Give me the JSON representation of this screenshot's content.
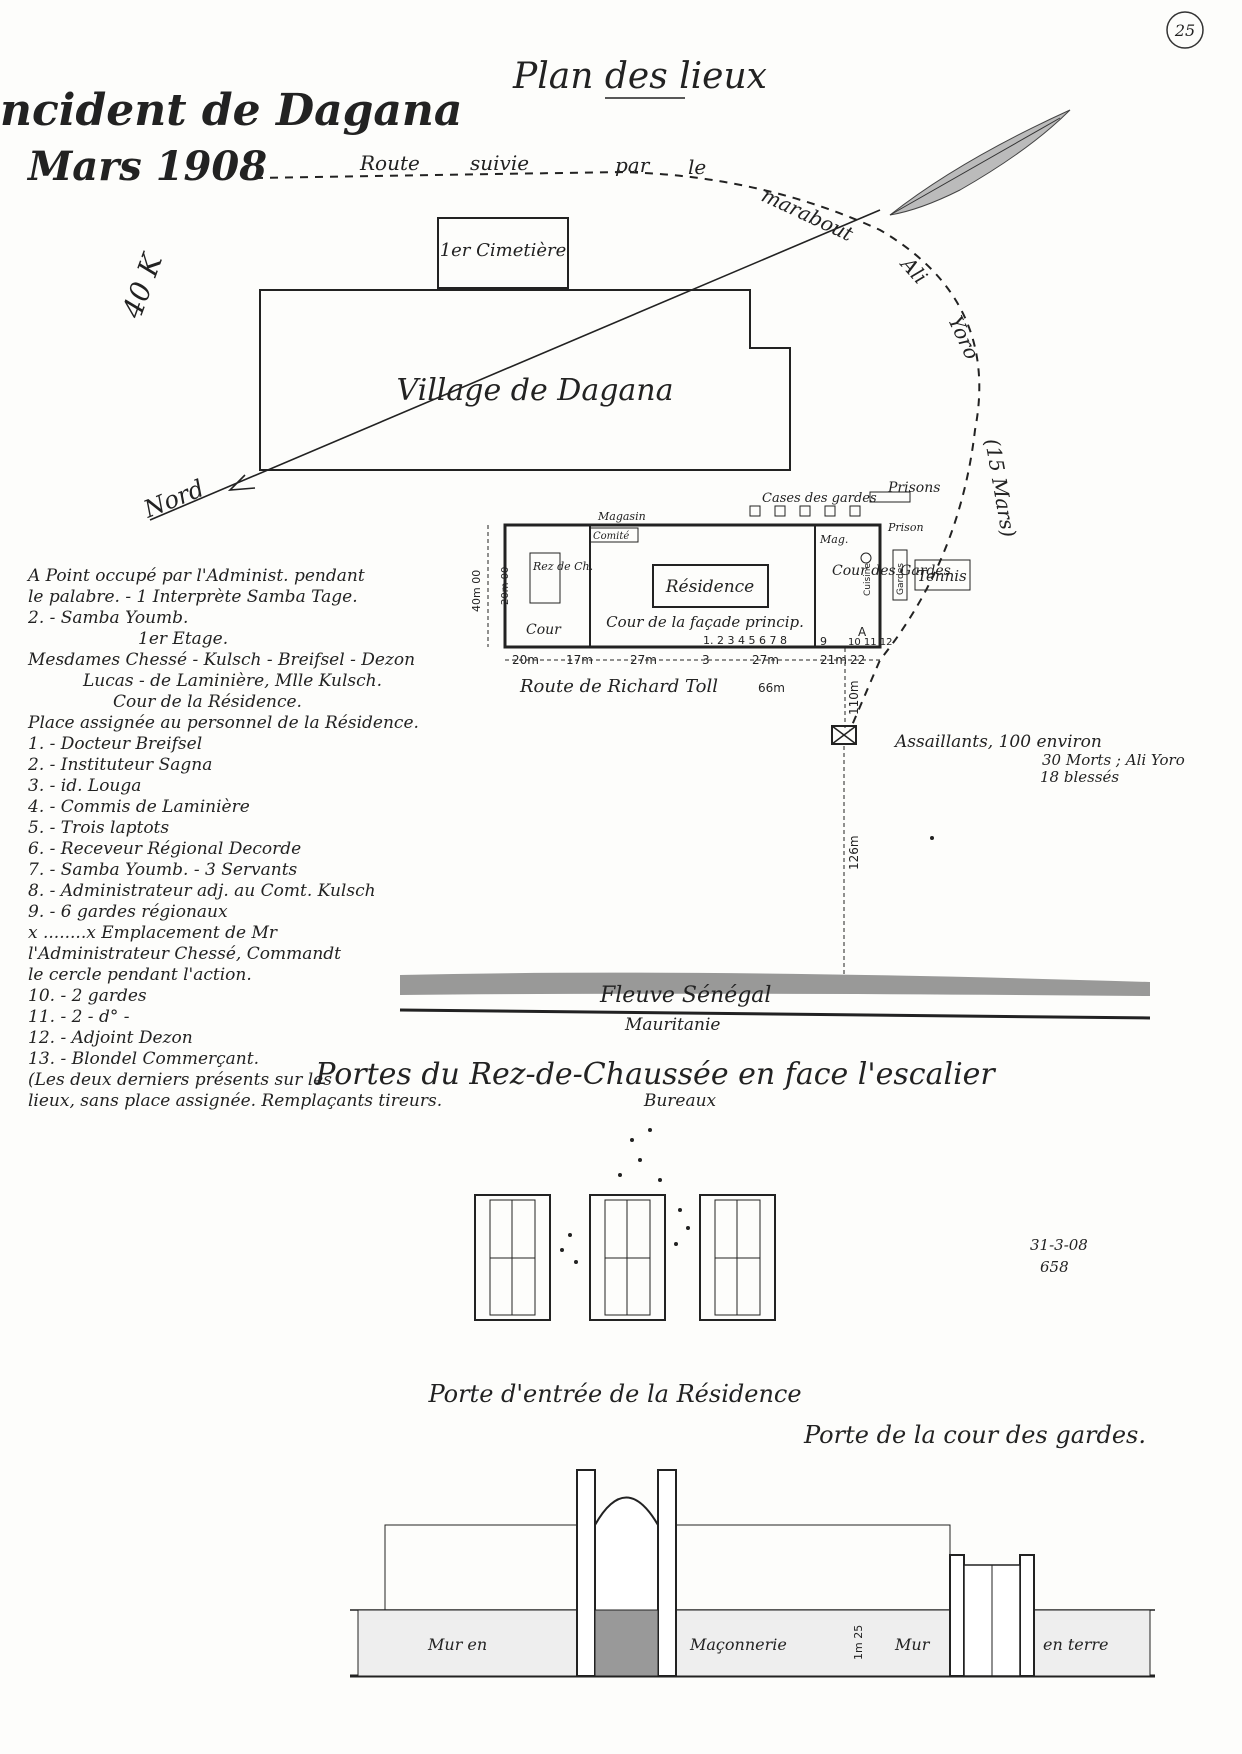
{
  "title": "Plan des lieux",
  "margin_stamp": "25",
  "header_left_1": "ncident de Dagana",
  "header_left_2": "Mars 1908",
  "pencil_note": "40 K",
  "route_label": [
    "Route",
    "suivie",
    "par",
    "le",
    "marabout",
    "Ali",
    "Yoro",
    "(15 Mars)"
  ],
  "cemetery": "1er Cimetière",
  "village": "Village de Dagana",
  "north": "Nord",
  "buildings": {
    "magasin": "Magasin",
    "comite": "Comité",
    "cases_gardes": "Cases des gardes",
    "prisons": "Prisons",
    "prison": "Prison",
    "mag": "Mag.",
    "gardes_box": "Gardes",
    "cuisine": "Cuisine",
    "tennis": "Tennis",
    "rez": "Rez de Ch.",
    "cour_left": "Cour",
    "residence": "Résidence",
    "cour_facade": "Cour de la façade princip.",
    "numbers": "1. 2 3 4 5 6 7 8",
    "point_a": "A",
    "cour_gardes": "Cour des Gardes",
    "num_9": "9",
    "num_right": "10 11 12"
  },
  "dimensions": {
    "height_left": "40m 00",
    "height_inner": "20m 00",
    "d1": "20m",
    "d2": "17m",
    "d3": "27m",
    "d4": "3",
    "d5": "27m",
    "d6": "21m",
    "d7": "22",
    "route_richard": "Route de Richard Toll",
    "dist_66": "66m",
    "dist_110": "110m",
    "dist_126": "126m"
  },
  "assailants": [
    "Assaillants, 100 environ",
    "30 Morts ; Ali Yoro",
    "18 blessés"
  ],
  "river": "Fleuve Sénégal",
  "mauritanie": "Mauritanie",
  "legend": [
    "A Point occupé par l'Administ. pendant",
    "le palabre. - 1 Interprète Samba Tage.",
    "2. - Samba Youmb.",
    "1er Etage.",
    "Mesdames Chessé - Kulsch - Breifsel - Dezon",
    "Lucas - de Laminière, Mlle Kulsch.",
    "Cour de la Résidence.",
    "Place assignée au personnel de la Résidence.",
    "1. - Docteur Breifsel",
    "2. - Instituteur Sagna",
    "3. - id. Louga",
    "4. - Commis de Laminière",
    "5. - Trois laptots",
    "6. - Receveur Régional Decorde",
    "7. - Samba Youmb. - 3 Servants",
    "8. - Administrateur adj. au Comt. Kulsch",
    "9. - 6 gardes régionaux",
    "x ........x Emplacement de Mr",
    "l'Administrateur Chessé, Commandt",
    "le cercle pendant l'action.",
    "10. - 2 gardes",
    "11. - 2 - d° -",
    "12. - Adjoint Dezon",
    "13. - Blondel Commerçant.",
    "(Les deux derniers présents sur les",
    "lieux, sans place assignée. Remplaçants tireurs."
  ],
  "portes_title": "Portes du Rez-de-Chaussée en face l'escalier",
  "bureaux": "Bureaux",
  "date_note": [
    "31-3-08",
    "658"
  ],
  "porte_entree": "Porte d'entrée de la Résidence",
  "porte_cour": "Porte de la cour des gardes.",
  "wall_labels": [
    "Mur en",
    "Maçonnerie",
    "Mur",
    "en terre"
  ],
  "wall_height": "1m 25"
}
